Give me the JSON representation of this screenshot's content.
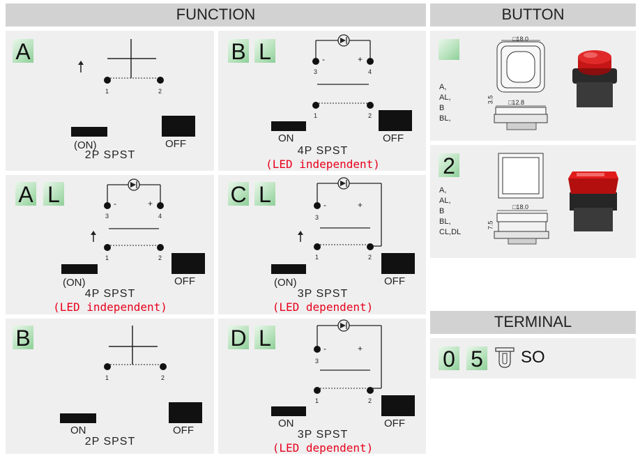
{
  "headers": {
    "function": "FUNCTION",
    "button": "BUTTON",
    "terminal": "TERMINAL"
  },
  "functions": {
    "a": {
      "codes": [
        "A"
      ],
      "on": "(ON)",
      "off": "OFF",
      "pins": [
        "1",
        "2"
      ],
      "caption": "2P SPST"
    },
    "bl": {
      "codes": [
        "B",
        "L"
      ],
      "on": "ON",
      "off": "OFF",
      "pins": [
        "1",
        "2",
        "3",
        "4"
      ],
      "minus": "-",
      "plus": "+",
      "caption": "4P SPST",
      "note": "(LED independent)"
    },
    "al": {
      "codes": [
        "A",
        "L"
      ],
      "on": "(ON)",
      "off": "OFF",
      "pins": [
        "1",
        "2",
        "3",
        "4"
      ],
      "minus": "-",
      "plus": "+",
      "caption": "4P SPST",
      "note": "(LED independent)"
    },
    "cl": {
      "codes": [
        "C",
        "L"
      ],
      "on": "(ON)",
      "off": "OFF",
      "pins": [
        "1",
        "2",
        "3"
      ],
      "minus": "-",
      "plus": "+",
      "caption": "3P SPST",
      "note": "(LED dependent)"
    },
    "b": {
      "codes": [
        "B"
      ],
      "on": "ON",
      "off": "OFF",
      "pins": [
        "1",
        "2"
      ],
      "caption": "2P SPST"
    },
    "dl": {
      "codes": [
        "D",
        "L"
      ],
      "on": "ON",
      "off": "OFF",
      "pins": [
        "1",
        "2",
        "3"
      ],
      "minus": "-",
      "plus": "+",
      "caption": "3P SPST",
      "note": "(LED dependent)"
    }
  },
  "buttons": [
    {
      "code": "",
      "models": "A,\nAL,\nB\nBL,",
      "dim_top": "□18.0",
      "dim_mid": "□12.8",
      "dim_side": "3.5",
      "cap_color": "#d21a1a"
    },
    {
      "code": "2",
      "models": "A,\nAL,\nB\nBL,\nCL,DL",
      "dim_top": "□18.0",
      "dim_side": "7.5",
      "cap_color": "#d61818"
    }
  ],
  "terminal": {
    "codes": [
      "0",
      "5"
    ],
    "label": "SO"
  },
  "colors": {
    "header_bg": "#d2d2d2",
    "panel_bg": "#efefef",
    "note_red": "#e8001c",
    "badge_green": "#9fd7a8"
  }
}
